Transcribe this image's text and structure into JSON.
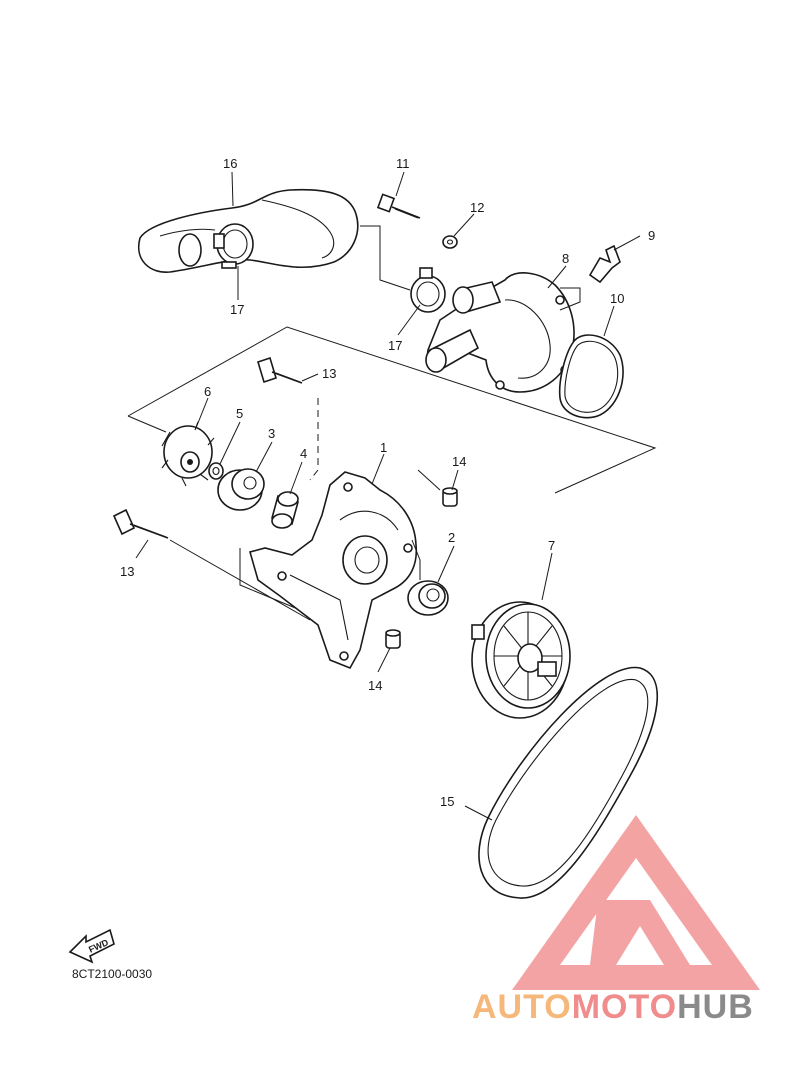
{
  "drawing_code": "8CT2100-0030",
  "fwd_label": "FWD",
  "watermark": {
    "part1": "AUTO",
    "part2": "MOTO",
    "part3": "HUB",
    "colors": {
      "auto": "#f5b87a",
      "moto": "#f08c8c",
      "hub": "#8a8a8a",
      "logo": "#f29393"
    }
  },
  "callouts": {
    "p1": "1",
    "p2": "2",
    "p3": "3",
    "p4": "4",
    "p5": "5",
    "p6": "6",
    "p7": "7",
    "p8": "8",
    "p9": "9",
    "p10": "10",
    "p11": "11",
    "p12": "12",
    "p13a": "13",
    "p13b": "13",
    "p14a": "14",
    "p14b": "14",
    "p15": "15",
    "p16": "16",
    "p17a": "17",
    "p17b": "17"
  }
}
